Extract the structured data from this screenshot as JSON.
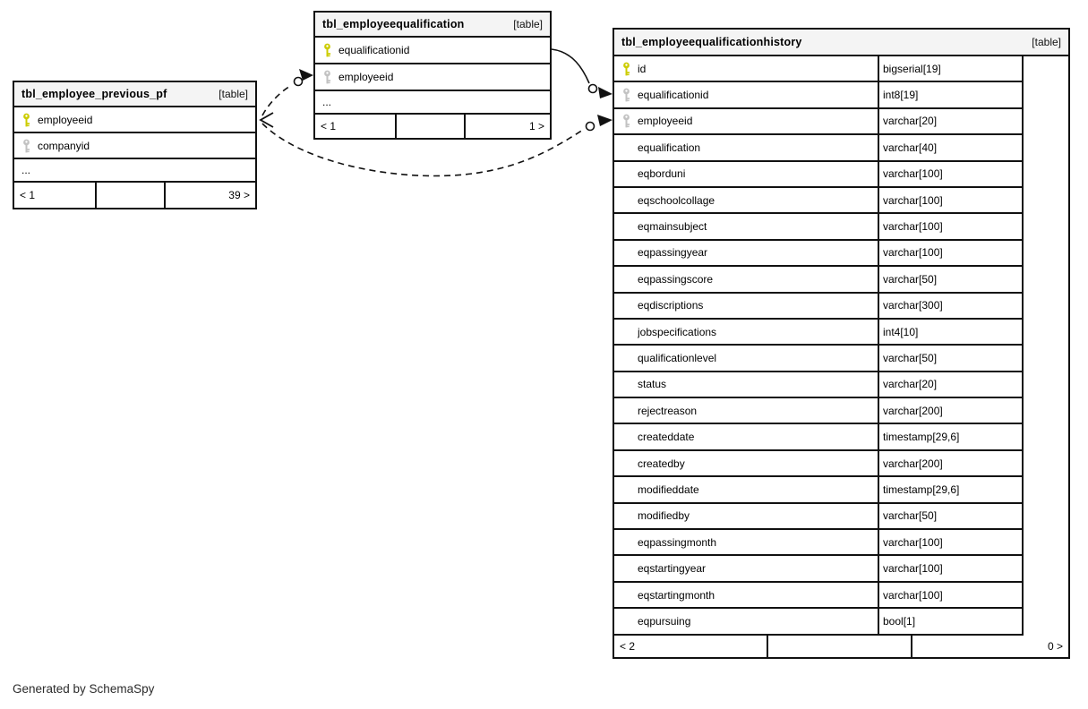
{
  "diagram": {
    "generator_note": "Generated by SchemaSpy",
    "colors": {
      "primary_key": "#cccc00",
      "foreign_key": "#c2c2c2",
      "title_bg": "#f4f4f4",
      "border": "#111111"
    },
    "tables": [
      {
        "id": "tbl_employee_previous_pf",
        "title": "tbl_employee_previous_pf",
        "badge": "[table]",
        "columns": [
          {
            "name": "employeeid",
            "key": "pk",
            "type": ""
          },
          {
            "name": "companyid",
            "key": "fk",
            "type": ""
          },
          {
            "name": "...",
            "key": "none",
            "type": ""
          }
        ],
        "footer": {
          "left": "< 1",
          "middle": "",
          "right": "39 >"
        }
      },
      {
        "id": "tbl_employeequalification",
        "title": "tbl_employeequalification",
        "badge": "[table]",
        "columns": [
          {
            "name": "equalificationid",
            "key": "pk",
            "type": ""
          },
          {
            "name": "employeeid",
            "key": "fk",
            "type": ""
          },
          {
            "name": "...",
            "key": "none",
            "type": ""
          }
        ],
        "footer": {
          "left": "< 1",
          "middle": "",
          "right": "1 >"
        }
      },
      {
        "id": "tbl_employeequalificationhistory",
        "title": "tbl_employeequalificationhistory",
        "badge": "[table]",
        "columns": [
          {
            "name": "id",
            "key": "pk",
            "type": "bigserial[19]"
          },
          {
            "name": "equalificationid",
            "key": "fk",
            "type": "int8[19]"
          },
          {
            "name": "employeeid",
            "key": "fk",
            "type": "varchar[20]"
          },
          {
            "name": "equalification",
            "key": "none",
            "type": "varchar[40]"
          },
          {
            "name": "eqborduni",
            "key": "none",
            "type": "varchar[100]"
          },
          {
            "name": "eqschoolcollage",
            "key": "none",
            "type": "varchar[100]"
          },
          {
            "name": "eqmainsubject",
            "key": "none",
            "type": "varchar[100]"
          },
          {
            "name": "eqpassingyear",
            "key": "none",
            "type": "varchar[100]"
          },
          {
            "name": "eqpassingscore",
            "key": "none",
            "type": "varchar[50]"
          },
          {
            "name": "eqdiscriptions",
            "key": "none",
            "type": "varchar[300]"
          },
          {
            "name": "jobspecifications",
            "key": "none",
            "type": "int4[10]"
          },
          {
            "name": "qualificationlevel",
            "key": "none",
            "type": "varchar[50]"
          },
          {
            "name": "status",
            "key": "none",
            "type": "varchar[20]"
          },
          {
            "name": "rejectreason",
            "key": "none",
            "type": "varchar[200]"
          },
          {
            "name": "createddate",
            "key": "none",
            "type": "timestamp[29,6]"
          },
          {
            "name": "createdby",
            "key": "none",
            "type": "varchar[200]"
          },
          {
            "name": "modifieddate",
            "key": "none",
            "type": "timestamp[29,6]"
          },
          {
            "name": "modifiedby",
            "key": "none",
            "type": "varchar[50]"
          },
          {
            "name": "eqpassingmonth",
            "key": "none",
            "type": "varchar[100]"
          },
          {
            "name": "eqstartingyear",
            "key": "none",
            "type": "varchar[100]"
          },
          {
            "name": "eqstartingmonth",
            "key": "none",
            "type": "varchar[100]"
          },
          {
            "name": "eqpursuing",
            "key": "none",
            "type": "bool[1]"
          }
        ],
        "footer": {
          "left": "< 2",
          "middle": "",
          "right": "0 >"
        }
      }
    ],
    "relationships": [
      {
        "from": "tbl_employeequalification.equalificationid",
        "to": "tbl_employeequalificationhistory.equalificationid",
        "style": "solid"
      },
      {
        "from": "tbl_employee_previous_pf.employeeid",
        "to": "tbl_employeequalification.employeeid",
        "style": "dashed"
      },
      {
        "from": "tbl_employee_previous_pf.employeeid",
        "to": "tbl_employeequalificationhistory.employeeid",
        "style": "dashed"
      }
    ]
  }
}
